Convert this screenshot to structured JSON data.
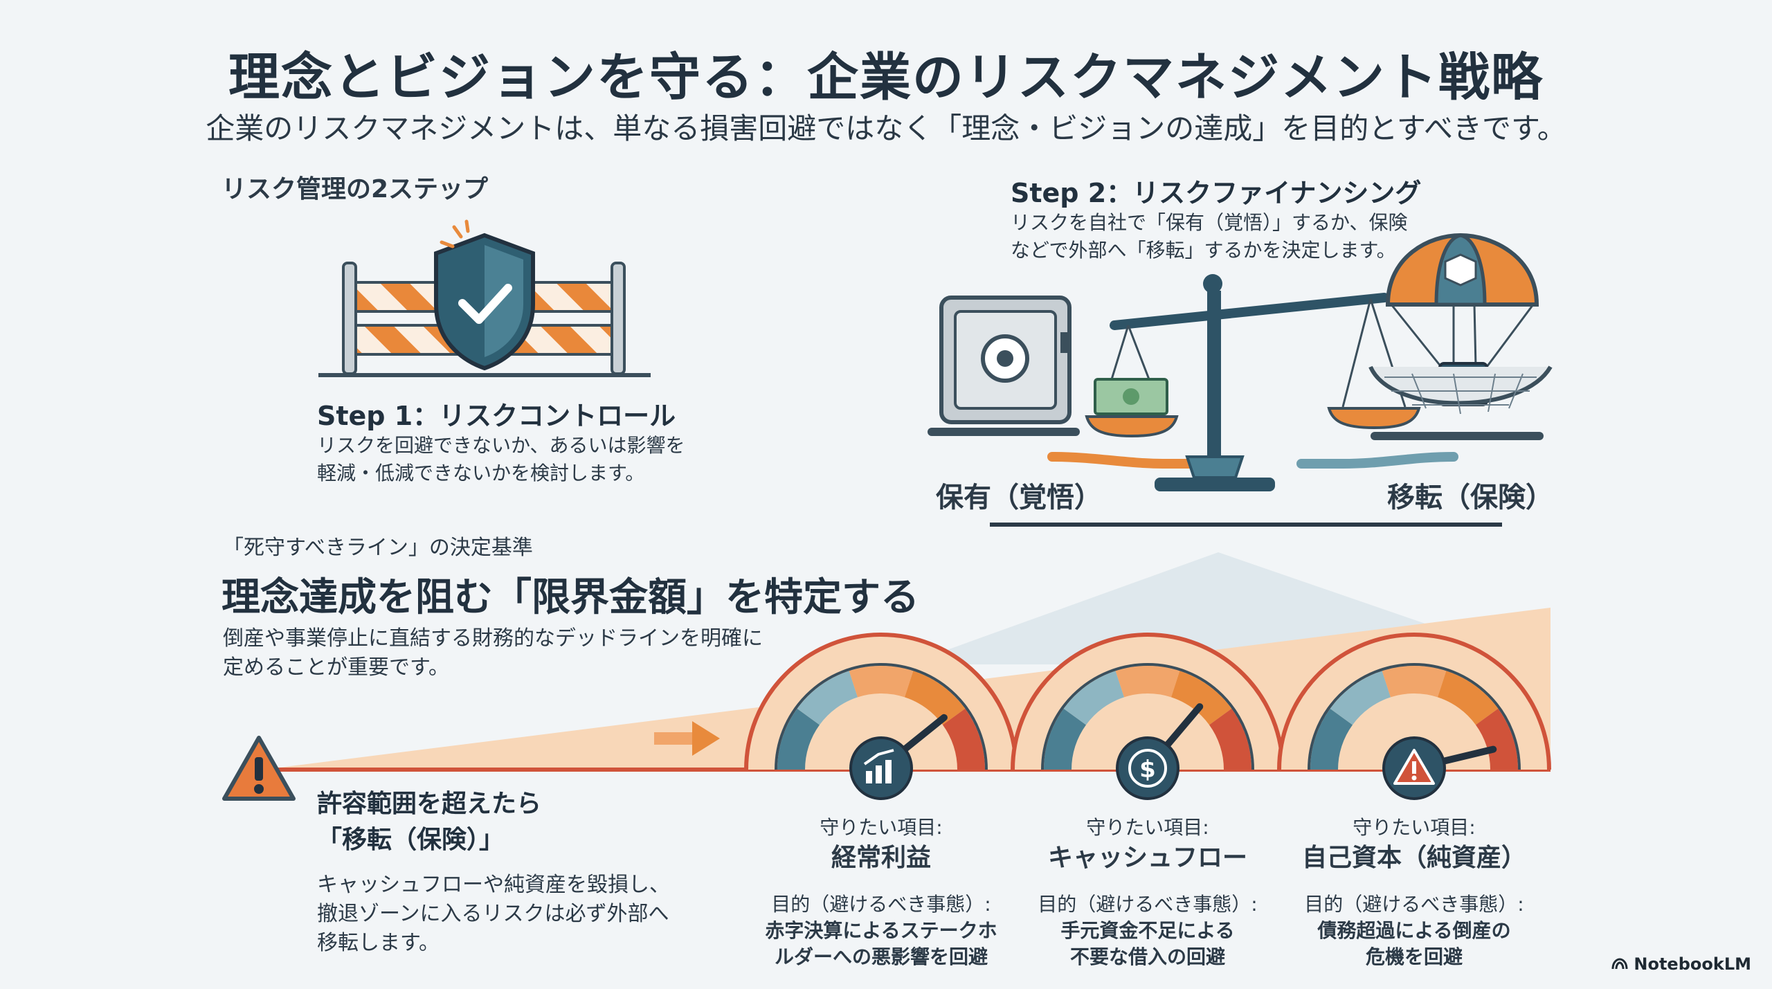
{
  "header": {
    "title": "理念とビジョンを守る：企業のリスクマネジメント戦略",
    "subtitle": "企業のリスクマネジメントは、単なる損害回避ではなく「理念・ビジョンの達成」を目的とすべきです。"
  },
  "two_steps": {
    "section_label": "リスク管理の2ステップ",
    "step1": {
      "title": "Step 1：リスクコントロール",
      "desc_line1": "リスクを回避できないか、あるいは影響を",
      "desc_line2": "軽減・低減できないかを検討します。"
    },
    "step2": {
      "title": "Step 2：リスクファイナンシング",
      "desc_line1": "リスクを自社で「保有（覚悟）」するか、保険",
      "desc_line2": "などで外部へ「移転」するかを決定します。",
      "left_label": "保有（覚悟）",
      "right_label": "移転（保険）"
    }
  },
  "deadline": {
    "section_label": "「死守すべきライン」の決定基準",
    "heading": "理念達成を阻む「限界金額」を特定する",
    "desc_line1": "倒産や事業停止に直結する財務的なデッドラインを明確に",
    "desc_line2": "定めることが重要です。"
  },
  "warning": {
    "title_line1": "許容範囲を超えたら",
    "title_line2": "「移転（保険）」",
    "desc_line1": "キャッシュフローや純資産を毀損し、",
    "desc_line2": "撤退ゾーンに入るリスクは必ず外部へ",
    "desc_line3": "移転します。"
  },
  "gauges": [
    {
      "label": "守りたい項目:",
      "item": "経常利益",
      "purpose_title": "目的（避けるべき事態）:",
      "purpose_line1": "赤字決算によるステークホ",
      "purpose_line2": "ルダーへの悪影響を回避",
      "icon": "growth-chart-icon",
      "level": 0.78
    },
    {
      "label": "守りたい項目:",
      "item": "キャッシュフロー",
      "purpose_title": "目的（避けるべき事態）:",
      "purpose_line1": "手元資金不足による",
      "purpose_line2": "不要な借入の回避",
      "icon": "dollar-coin-icon",
      "level": 0.72
    },
    {
      "label": "守りたい項目:",
      "item": "自己資本（純資産）",
      "purpose_title": "目的（避けるべき事態）:",
      "purpose_line1": "債務超過による倒産の",
      "purpose_line2": "危機を回避",
      "icon": "warning-icon",
      "level": 0.92
    }
  ],
  "branding": {
    "logo_text": "NotebookLM"
  },
  "colors": {
    "navy": "#2e5366",
    "teal": "#4b7f92",
    "orange": "#e88a3c",
    "red": "#d0533a",
    "wedge": "#f8d7b8"
  }
}
